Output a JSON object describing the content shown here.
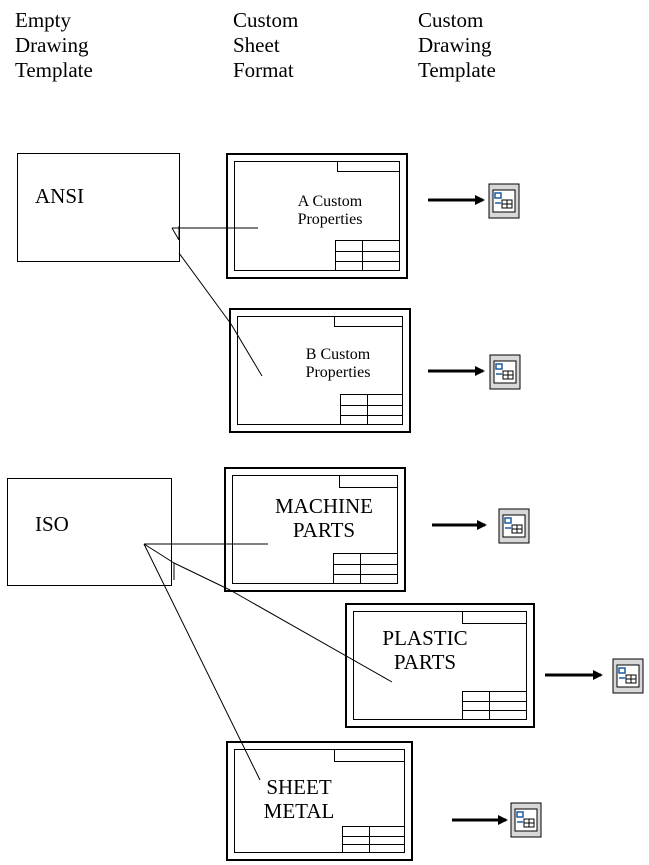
{
  "headers": {
    "empty": [
      "Empty",
      "Drawing",
      "Template"
    ],
    "sheet": [
      "Custom",
      "Sheet",
      "Format"
    ],
    "template": [
      "Custom",
      "Drawing",
      "Template"
    ]
  },
  "groups": {
    "ansi": {
      "label": "ANSI"
    },
    "iso": {
      "label": "ISO"
    }
  },
  "sheets": {
    "a": [
      "A Custom",
      "Properties"
    ],
    "b": [
      "B Custom",
      "Properties"
    ],
    "machine": [
      "MACHINE",
      "PARTS"
    ],
    "plastic": [
      "PLASTIC",
      "PARTS"
    ],
    "metal": [
      "SHEET",
      "METAL"
    ]
  },
  "icons": {
    "template_icon": "drawing-template-icon",
    "arrow": "right-arrow"
  }
}
